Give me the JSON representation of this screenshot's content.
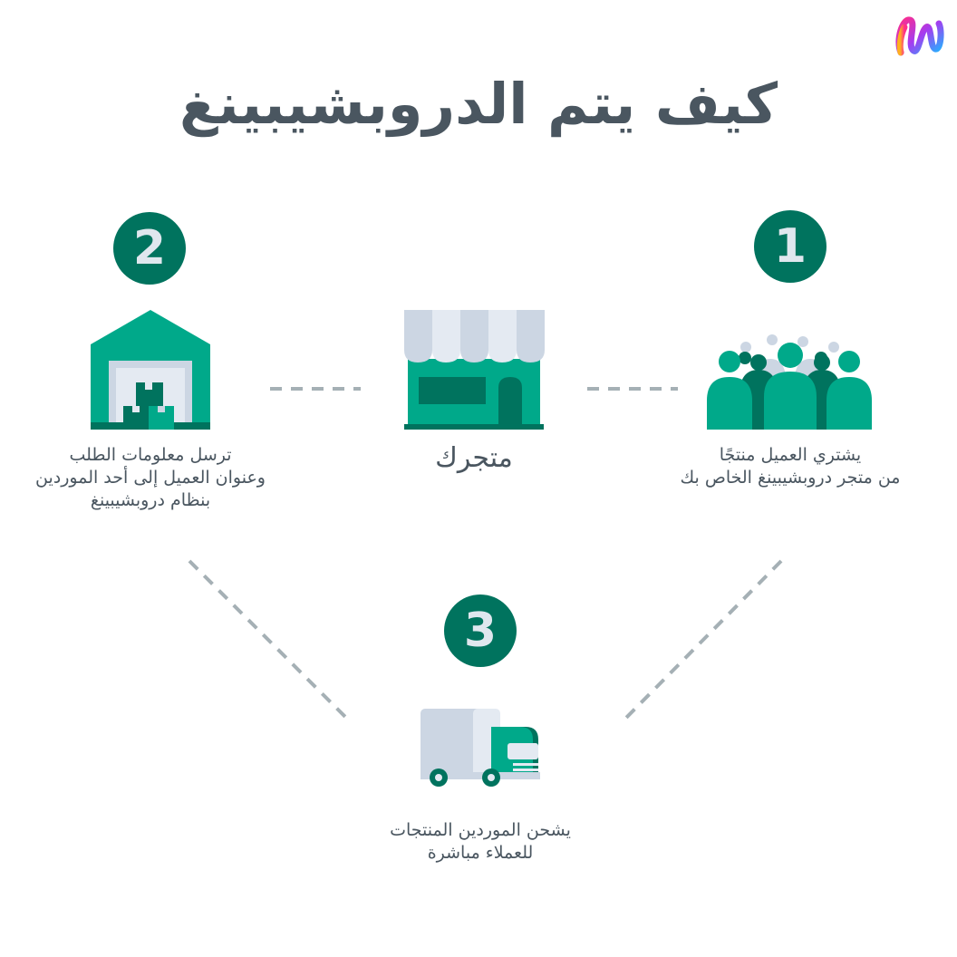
{
  "title": "كيف يتم الدروبشيبينغ",
  "steps": [
    {
      "number": "1",
      "lines": [
        "يشتري العميل منتجًا",
        "من متجر دروبشيبينغ الخاص بك"
      ]
    },
    {
      "number": "2",
      "lines": [
        "ترسل معلومات الطلب",
        "وعنوان العميل إلى أحد الموردين",
        "بنظام دروبشيبينغ"
      ]
    },
    {
      "number": "3",
      "lines": [
        "يشحن الموردين المنتجات",
        "للعملاء مباشرة"
      ]
    }
  ],
  "store": {
    "label": "متجرك"
  },
  "icons": {
    "customers": "customers-group-icon",
    "store": "storefront-icon",
    "warehouse": "warehouse-icon",
    "truck": "delivery-truck-icon",
    "logo": "brand-logo-icon"
  },
  "colors": {
    "primary": "#00a98a",
    "dark": "#00735e",
    "text": "#4a5660",
    "light": "#ccd6e3",
    "dash": "#a5b0b5"
  }
}
